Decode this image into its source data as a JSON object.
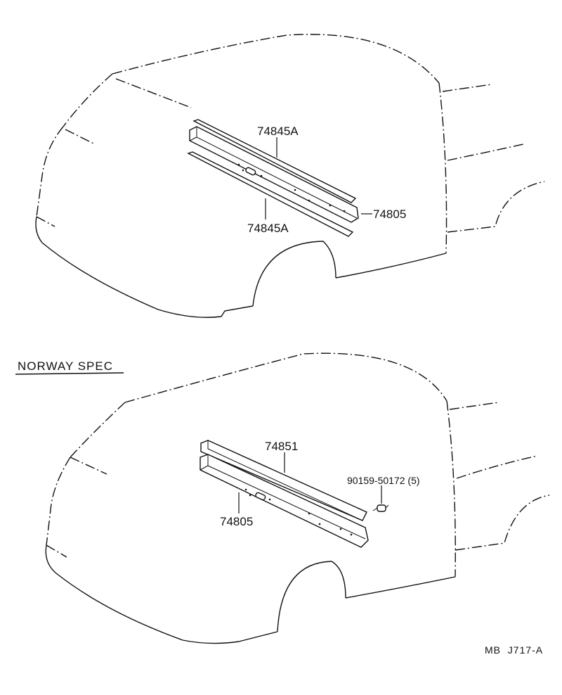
{
  "top_view": {
    "callouts": {
      "upper_strip": "74845A",
      "lower_strip": "74845A",
      "rail": "74805"
    }
  },
  "bottom_view": {
    "section_title": "NORWAY SPEC",
    "callouts": {
      "cover": "74851",
      "rail": "74805",
      "screw": "90159-50172 (5)"
    }
  },
  "footer": {
    "code": "MB  J717-A"
  }
}
